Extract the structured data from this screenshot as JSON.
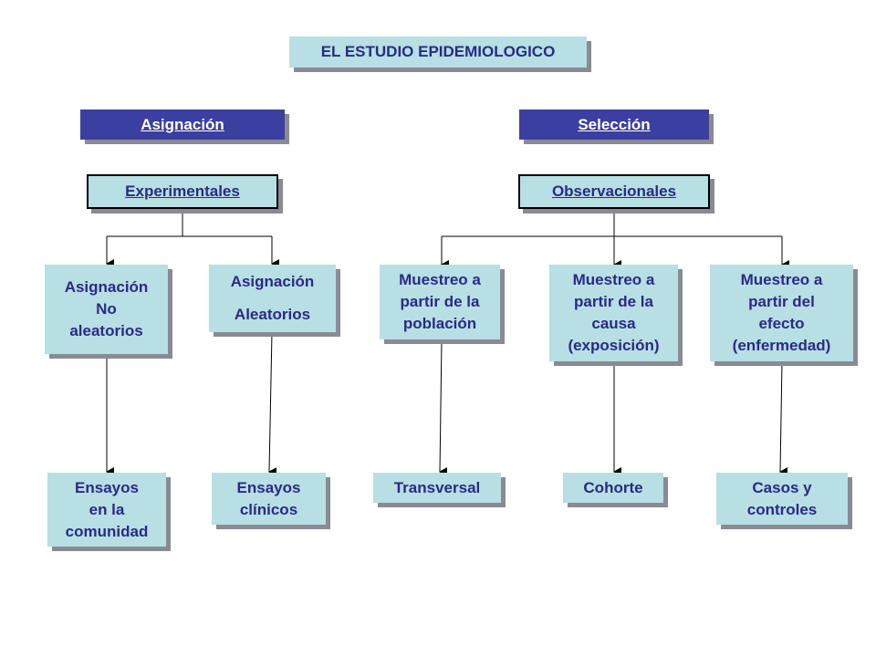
{
  "title": "EL ESTUDIO EPIDEMIOLOGICO",
  "branches": {
    "left": {
      "header": "Asignación",
      "category": "Experimentales"
    },
    "right": {
      "header": "Selección",
      "category": "Observacionales"
    }
  },
  "methods": [
    {
      "lines": [
        "Asignación",
        "No",
        "aleatorios"
      ]
    },
    {
      "lines": [
        "Asignación",
        "Aleatorios"
      ]
    },
    {
      "lines": [
        "Muestreo a",
        "partir de la",
        "población"
      ]
    },
    {
      "lines": [
        "Muestreo a",
        "partir de la",
        "causa",
        "(exposición)"
      ]
    },
    {
      "lines": [
        "Muestreo a",
        "partir del",
        "efecto",
        "(enfermedad)"
      ]
    }
  ],
  "designs": [
    {
      "lines": [
        "Ensayos",
        "en la",
        "comunidad"
      ]
    },
    {
      "lines": [
        "Ensayos",
        "clínicos"
      ]
    },
    {
      "lines": [
        "Transversal"
      ]
    },
    {
      "lines": [
        "Cohorte"
      ]
    },
    {
      "lines": [
        "Casos y",
        "controles"
      ]
    }
  ],
  "colors": {
    "light_box": "#b7dfe4",
    "dark_box": "#3b3fa0",
    "text_dark": "#2a2a86",
    "shadow": "#8a8a94",
    "connector": "#000000"
  }
}
